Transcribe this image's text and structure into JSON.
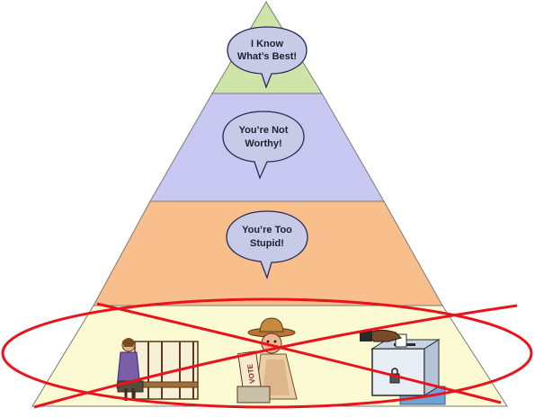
{
  "pyramid": {
    "tiers": [
      {
        "id": "top",
        "fill": "#cfe4a8",
        "bubble": {
          "line1": "I Know",
          "line2": "What’s Best!"
        }
      },
      {
        "id": "upper-middle",
        "fill": "#c9c8f3",
        "bubble": {
          "line1": "You’re Not",
          "line2": "Worthy!"
        }
      },
      {
        "id": "lower-middle",
        "fill": "#f8be8c",
        "bubble": {
          "line1": "You’re Too",
          "line2": "Stupid!"
        }
      },
      {
        "id": "base",
        "fill": "#fbfad2"
      }
    ],
    "outline_color": "#7a7a7a",
    "bubble_fill": "#c7cbe8",
    "bubble_outline": "#2a2a55"
  },
  "crossout": {
    "color": "#e8141c"
  },
  "illustrations": {
    "woman_icon": "woman-at-voting-booth",
    "voter_icon": "man-casting-vote",
    "ballot_icon": "hand-with-ballot-box",
    "vote_sign": "VOTE"
  }
}
